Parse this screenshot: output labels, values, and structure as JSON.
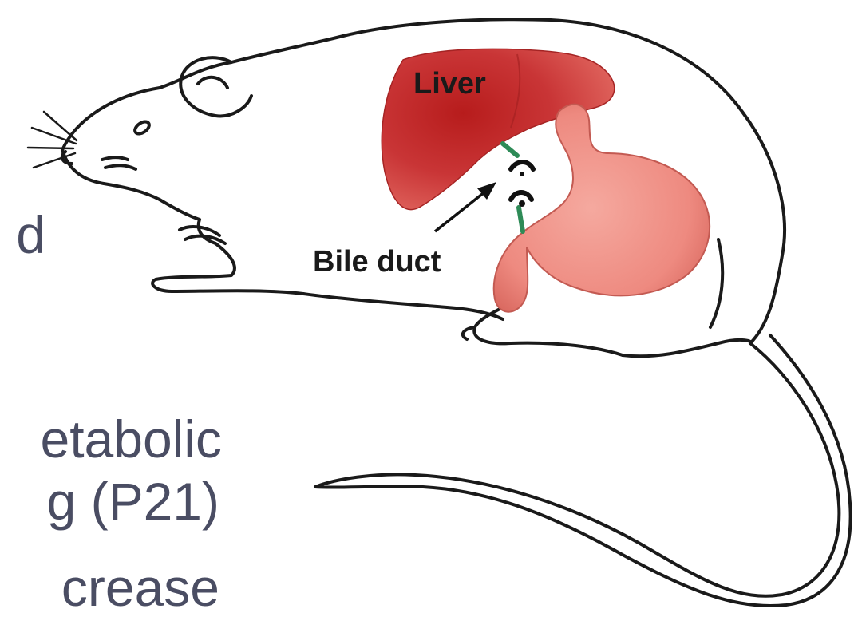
{
  "slide_text": {
    "line1": "d",
    "line2": "etabolic",
    "line3": "g (P21)",
    "line4": "crease"
  },
  "diagram": {
    "labels": {
      "liver": "Liver",
      "bile_duct": "Bile duct"
    },
    "colors": {
      "text": "#4a4d63",
      "liver": "#c93536",
      "stomach": "#ef8a82",
      "bile_duct": "#2e8b57",
      "outline": "#1a1a1a"
    }
  }
}
